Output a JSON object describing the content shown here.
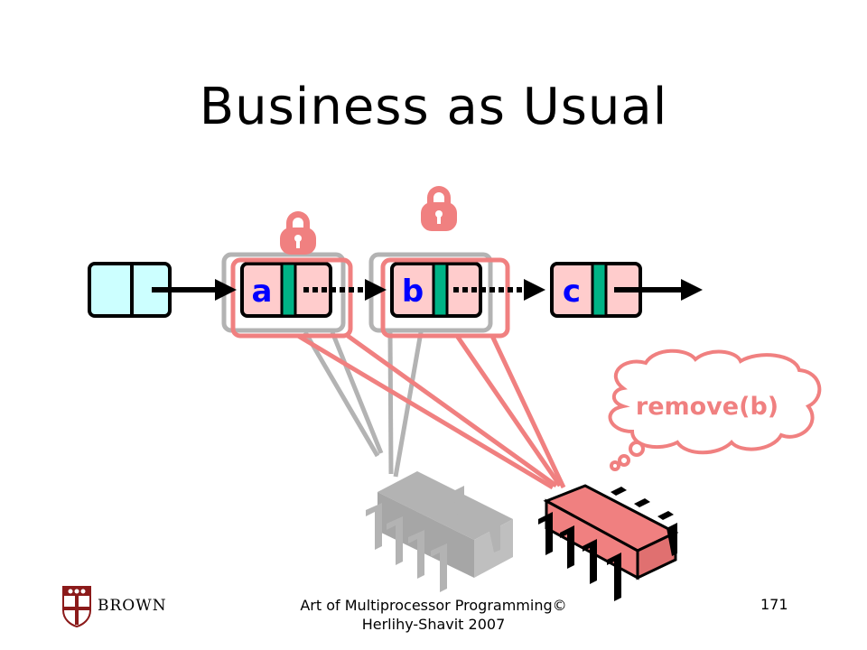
{
  "slide": {
    "title": "Business as Usual",
    "footer": "Art of Multiprocessor Programming© Herlihy-Shavit 2007",
    "page_number": "171",
    "logo_text": "BROWN"
  },
  "diagram": {
    "nodes": [
      {
        "label": "",
        "color": "#ccffff"
      },
      {
        "label": "a",
        "color": "#ffcccc"
      },
      {
        "label": "b",
        "color": "#ffcccc"
      },
      {
        "label": "c",
        "color": "#ffcccc"
      }
    ],
    "thought": "remove(b)",
    "colors": {
      "label": "#0000ff",
      "mark": "#00b386",
      "red_thread": "#f08080",
      "gray_thread": "#b3b3b3",
      "thought_text": "#f08080"
    },
    "icons": [
      "lock-icon",
      "lock-icon",
      "cpu-chip-icon",
      "cpu-chip-icon",
      "thought-bubble-icon"
    ]
  }
}
